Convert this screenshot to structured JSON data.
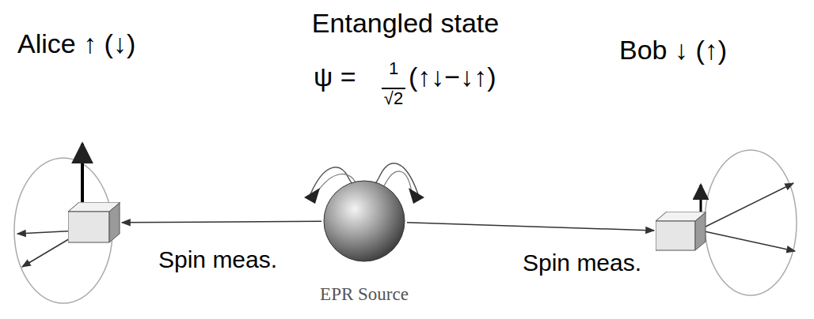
{
  "diagram": {
    "nodes": [
      {
        "text": [
          "Spin meas."
        ]
      },
      {
        "text": [
          "EPR Source"
        ]
      },
      {
        "text": [
          "Spin meas."
        ]
      }
    ],
    "edges": [
      {
        "from": 1,
        "to": 0,
        "arrow": "to"
      },
      {
        "from": 1,
        "to": 2,
        "arrow": "to"
      }
    ],
    "labels": [
      "Entangled state",
      "ψ =",
      "1",
      "√2",
      "(↑↓−↓↑)",
      "Alice ↑ (↓)",
      "Bob ↓ (↑)"
    ]
  }
}
